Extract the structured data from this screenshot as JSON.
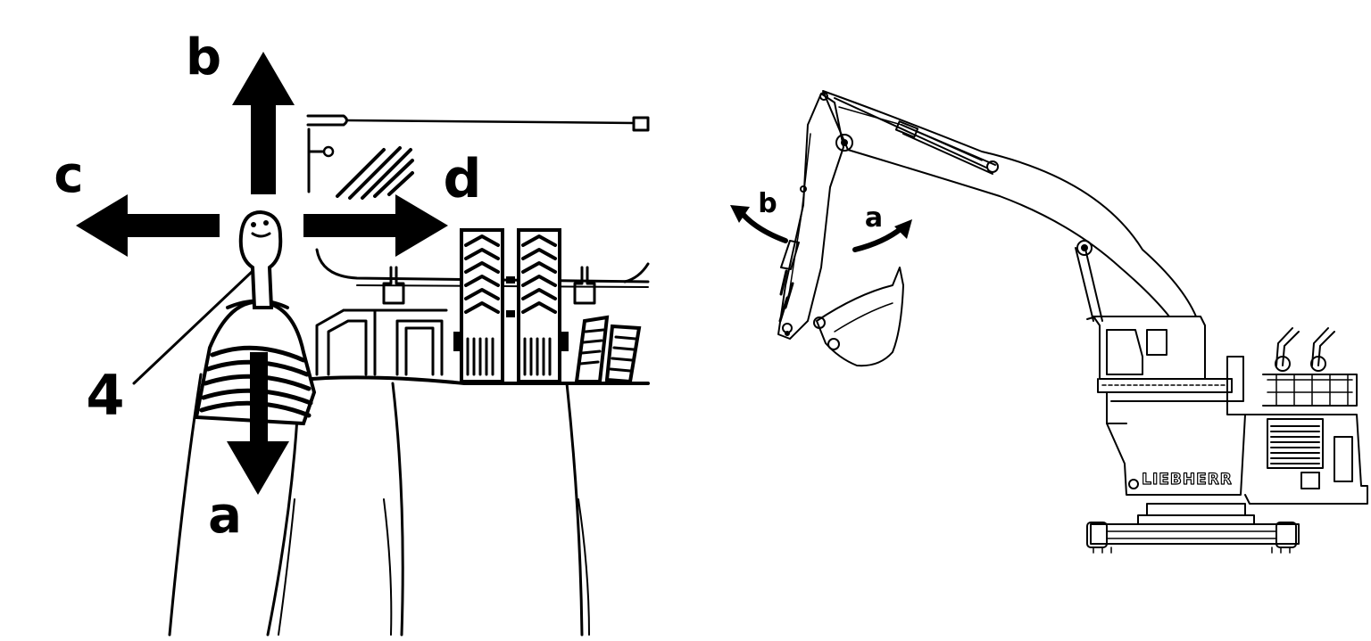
{
  "left_panel": {
    "labels": {
      "up": "b",
      "left": "c",
      "right": "d",
      "down": "a",
      "callout": "4"
    }
  },
  "right_panel": {
    "labels": {
      "stick_out": "b",
      "stick_in": "a"
    },
    "brand": "LIEBHERR"
  }
}
